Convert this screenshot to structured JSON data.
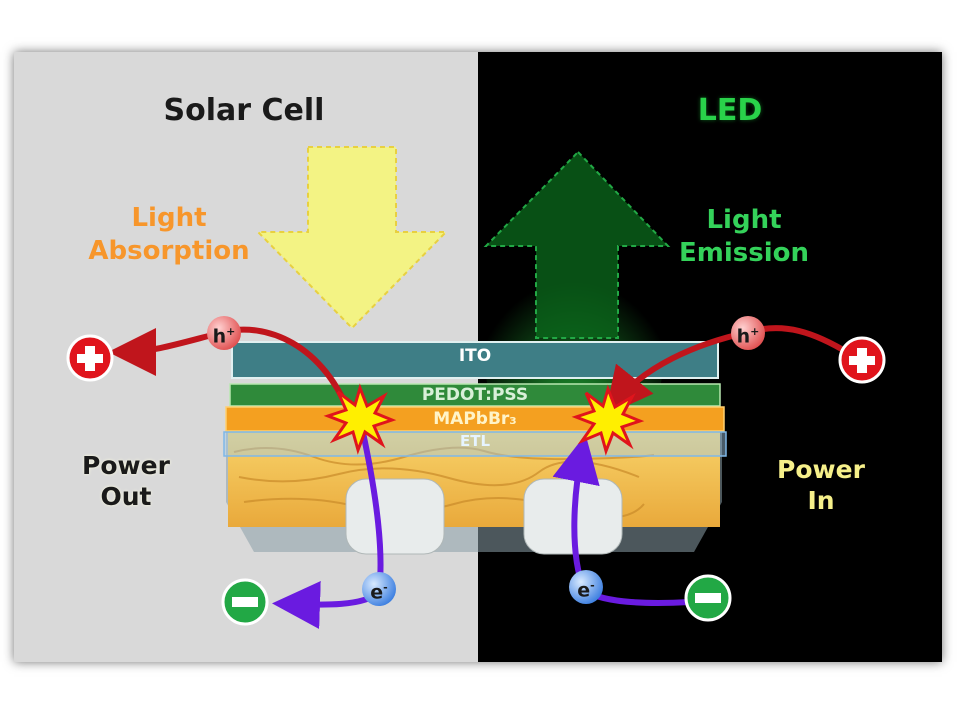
{
  "diagram": {
    "panels": {
      "left": {
        "title": "Solar Cell",
        "light_label": "Light\nAbsorption",
        "power_label": "Power\nOut"
      },
      "right": {
        "title": "LED",
        "light_label": "Light\nEmission",
        "power_label": "Power\nIn"
      }
    },
    "layers": [
      "ITO",
      "PEDOT:PSS",
      "MAPbBr₃",
      "ETL"
    ],
    "carriers": {
      "hole": "h",
      "hole_sign": "+",
      "electron": "e",
      "electron_sign": "-"
    },
    "colors": {
      "solar_background": "#d9d9d9",
      "led_background": "#000000",
      "absorption_arrow": "#f3f384",
      "emission_arrow": "#0b6b1c",
      "hole_path": "#c0151c",
      "electron_path": "#6a1be0",
      "positive_terminal": "#e0141c",
      "negative_terminal": "#22a845"
    },
    "icons": [
      "plus-terminal-icon",
      "minus-terminal-icon",
      "recombination-burst-icon"
    ]
  }
}
